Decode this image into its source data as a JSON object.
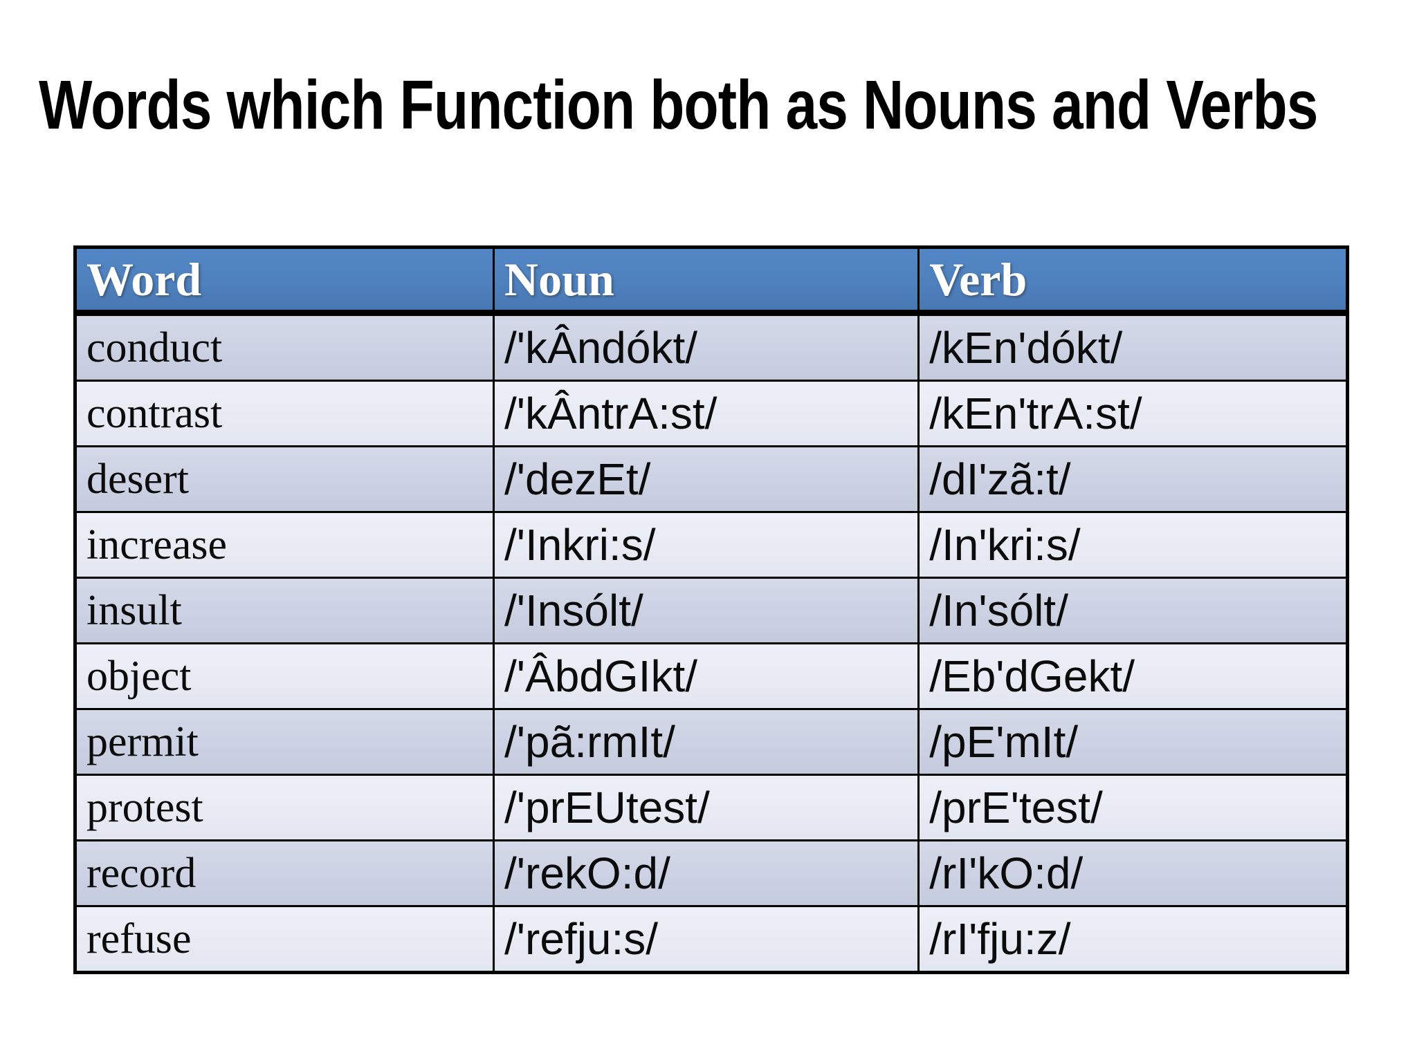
{
  "title": "Words which Function both as Nouns and Verbs",
  "table": {
    "headers": [
      "Word",
      "Noun",
      "Verb"
    ],
    "rows": [
      {
        "word": "conduct",
        "noun": "/'kÂndókt/",
        "verb": "/kEn'dókt/"
      },
      {
        "word": "contrast",
        "noun": "/'kÂntrA:st/",
        "verb": "/kEn'trA:st/"
      },
      {
        "word": "desert",
        "noun": "/'dezEt/",
        "verb": "/dI'zã:t/"
      },
      {
        "word": "increase",
        "noun": "/'Inkri:s/",
        "verb": "/In'kri:s/"
      },
      {
        "word": "insult",
        "noun": "/'Insólt/",
        "verb": "/In'sólt/"
      },
      {
        "word": "object",
        "noun": "/'ÂbdGIkt/",
        "verb": "/Eb'dGekt/"
      },
      {
        "word": "permit",
        "noun": "/'pã:rmIt/",
        "verb": "/pE'mIt/"
      },
      {
        "word": "protest",
        "noun": "/'prEUtest/",
        "verb": "/prE'test/"
      },
      {
        "word": "record",
        "noun": "/'rekO:d/",
        "verb": "/rI'kO:d/"
      },
      {
        "word": "refuse",
        "noun": "/'refju:s/",
        "verb": "/rI'fju:z/"
      }
    ]
  },
  "colors": {
    "header_bg": "#4E80BD",
    "header_text": "#FFFFFF",
    "band_dark": "#C9D0E2",
    "band_light": "#E8EBF4",
    "border": "#000000",
    "title_text": "#000000"
  }
}
